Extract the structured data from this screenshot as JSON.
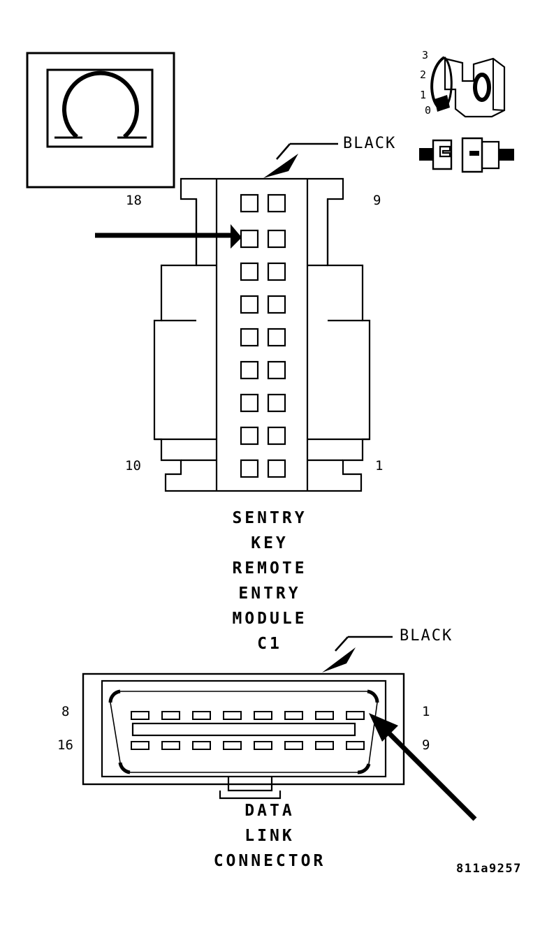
{
  "figure": {
    "id": "811a9257",
    "domain": "automotive-wiring-connector-diagram"
  },
  "icon_box": {
    "name": "omega-loop-symbol",
    "description": "nested square box containing an omega shaped loop"
  },
  "key_fob_detail": {
    "name": "ignition-key-and-transponder",
    "position_numbers": [
      "3",
      "2",
      "1",
      "0"
    ]
  },
  "connectors": [
    {
      "id": "skrem-c1",
      "name_lines": [
        "SENTRY",
        "KEY",
        "REMOTE",
        "ENTRY",
        "MODULE",
        "C1"
      ],
      "wire_color_label": "BLACK",
      "pin_count": 18,
      "rows": 9,
      "columns": 2,
      "corner_pins": {
        "top_left": "18",
        "top_right": "9",
        "bottom_left": "10",
        "bottom_right": "1"
      }
    },
    {
      "id": "data-link-connector",
      "name_lines": [
        "DATA",
        "LINK",
        "CONNECTOR"
      ],
      "wire_color_label": "BLACK",
      "pin_count": 16,
      "rows": 2,
      "columns": 8,
      "corner_pins": {
        "top_left": "8",
        "top_right": "1",
        "bottom_left": "16",
        "bottom_right": "9"
      }
    }
  ],
  "colors": {
    "line": "#000000",
    "background": "#ffffff"
  }
}
